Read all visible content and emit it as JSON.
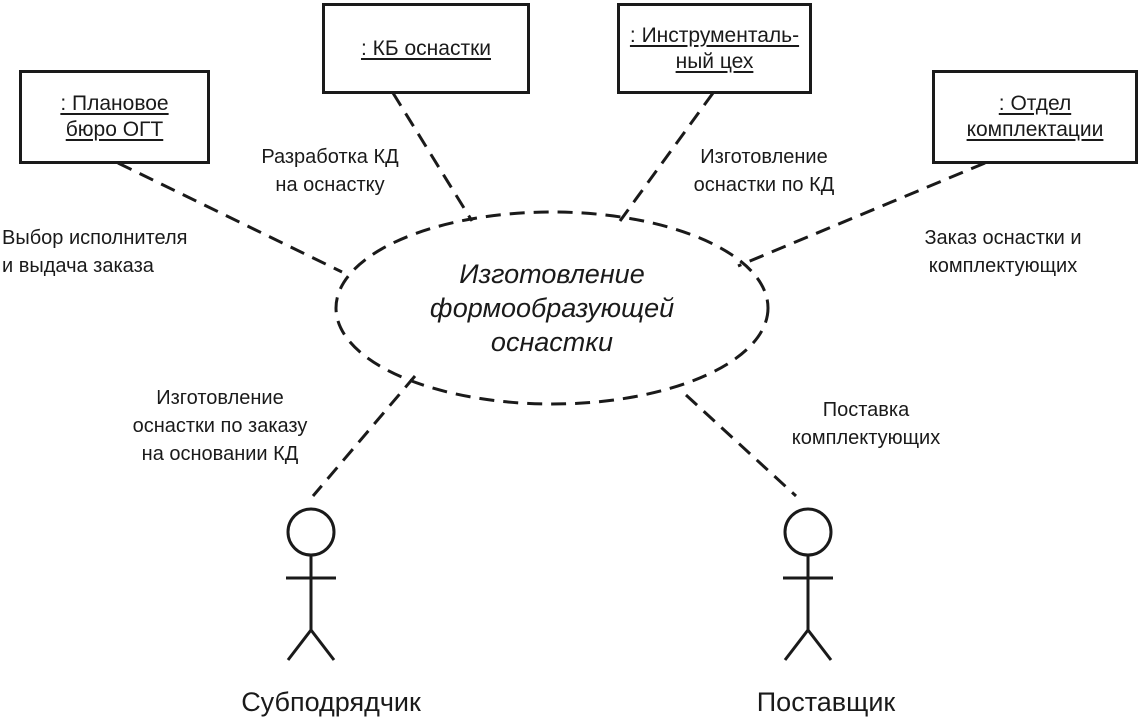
{
  "boxes": {
    "planning": ": Плановое\nбюро ОГТ",
    "kb": ": КБ оснастки",
    "tool_shop": ": Инструменталь-\nный цех",
    "completion": ": Отдел\nкомплектации"
  },
  "center": "Изготовление\nформообразующей\nоснастки",
  "labels": {
    "planning_link": "Выбор исполнителя\nи выдача заказа",
    "kb_link": "Разработка КД\nна оснастку",
    "tool_shop_link": "Изготовление\nоснастки по КД",
    "completion_link": "Заказ оснастки и\nкомплектующих",
    "subcontractor_link": "Изготовление\nоснастки по заказу\nна основании КД",
    "supplier_link": "Поставка\nкомплектующих"
  },
  "actors": {
    "subcontractor": "Субподрядчик",
    "supplier": "Поставщик"
  }
}
